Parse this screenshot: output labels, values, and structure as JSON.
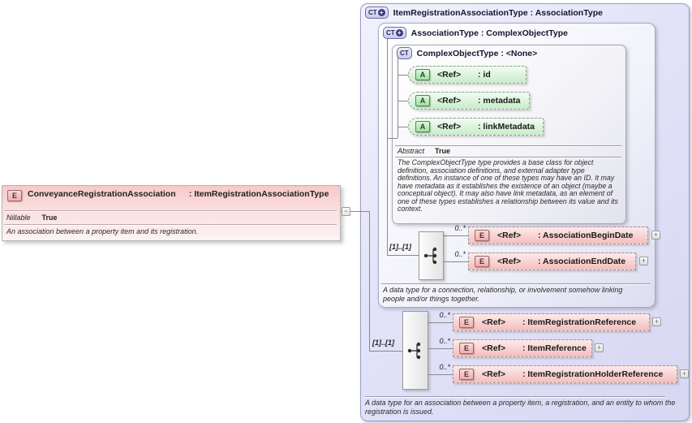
{
  "badges": {
    "element": "E",
    "attribute": "A",
    "complex_type": "CT"
  },
  "icons": {
    "expand": "+",
    "collapse": "−"
  },
  "colors": {
    "element_fill": "#f5bdbd",
    "attribute_fill": "#c9ecc9",
    "type_box_fill": "#dcdcf6",
    "badge_border_purple": "#6a6aa2",
    "connector": "#8a8a8a"
  },
  "left_element": {
    "badge": "E",
    "name": "ConveyanceRegistrationAssociation",
    "separator": " : ",
    "type": "ItemRegistrationAssociationType",
    "nillable_label": "Nillable",
    "nillable_value": "True",
    "description": "An association between a property item and its registration."
  },
  "outer_type": {
    "badge": "CT",
    "title": "ItemRegistrationAssociationType : AssociationType",
    "description": "A data type for an association between a property item, a registration, and an entity to whom the registration is issued."
  },
  "association_type": {
    "badge": "CT",
    "title": "AssociationType : ComplexObjectType",
    "description": "A data type for a connection, relationship, or involvement somehow linking people and/or things together."
  },
  "complex_object_type": {
    "badge": "CT",
    "title": "ComplexObjectType : <None>",
    "abstract_label": "Abstract",
    "abstract_value": "True",
    "description": "The ComplexObjectType type provides a base class for object definition, association definitions, and external adapter type definitions. An instance of one of these types may have an ID. It may have metadata as it establishes the existence of an object (maybe a conceptual object). It may also have link metadata, as an element of one of these types establishes a relationship between its value and its context.",
    "attributes": [
      {
        "badge": "A",
        "ref": "<Ref>",
        "name": ": id"
      },
      {
        "badge": "A",
        "ref": "<Ref>",
        "name": ": metadata"
      },
      {
        "badge": "A",
        "ref": "<Ref>",
        "name": ": linkMetadata"
      }
    ]
  },
  "group1": {
    "cardinality": "[1]..[1]",
    "elements": [
      {
        "occurs": "0..*",
        "badge": "E",
        "ref": "<Ref>",
        "name": ": AssociationBeginDate"
      },
      {
        "occurs": "0..*",
        "badge": "E",
        "ref": "<Ref>",
        "name": ": AssociationEndDate"
      }
    ]
  },
  "group2": {
    "cardinality": "[1]..[1]",
    "elements": [
      {
        "occurs": "0..*",
        "badge": "E",
        "ref": "<Ref>",
        "name": ": ItemRegistrationReference"
      },
      {
        "occurs": "0..*",
        "badge": "E",
        "ref": "<Ref>",
        "name": ": ItemReference"
      },
      {
        "occurs": "0..*",
        "badge": "E",
        "ref": "<Ref>",
        "name": ": ItemRegistrationHolderReference"
      }
    ]
  }
}
